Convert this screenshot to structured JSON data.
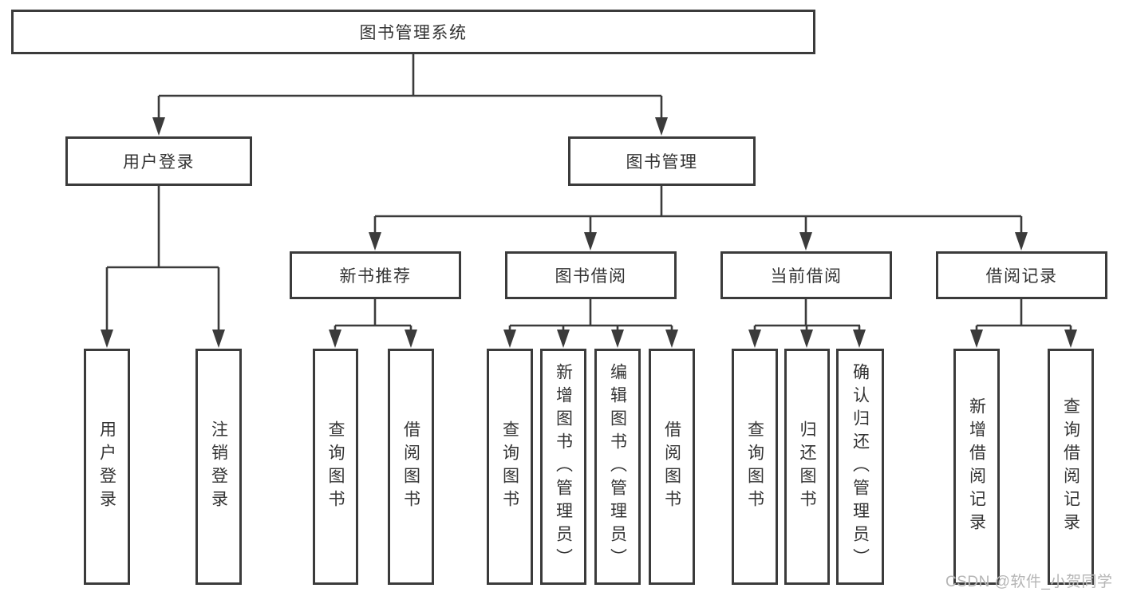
{
  "colors": {
    "line": "#3b3b3b",
    "text": "#333333",
    "background": "#ffffff",
    "watermark": "#b5b5b5"
  },
  "watermark": {
    "text": "CSDN @软件_小贺同学"
  },
  "tree": {
    "root": {
      "label": "图书管理系统",
      "children": [
        {
          "label": "用户登录",
          "children": [
            {
              "label": "用户登录"
            },
            {
              "label": "注销登录"
            }
          ]
        },
        {
          "label": "图书管理",
          "children": [
            {
              "label": "新书推荐",
              "children": [
                {
                  "label": "查询图书"
                },
                {
                  "label": "借阅图书"
                }
              ]
            },
            {
              "label": "图书借阅",
              "children": [
                {
                  "label": "查询图书"
                },
                {
                  "label": "新增图书（管理员）"
                },
                {
                  "label": "编辑图书（管理员）"
                },
                {
                  "label": "借阅图书"
                }
              ]
            },
            {
              "label": "当前借阅",
              "children": [
                {
                  "label": "查询图书"
                },
                {
                  "label": "归还图书"
                },
                {
                  "label": "确认归还（管理员）"
                }
              ]
            },
            {
              "label": "借阅记录",
              "children": [
                {
                  "label": "新增借阅记录"
                },
                {
                  "label": "查询借阅记录"
                }
              ]
            }
          ]
        }
      ]
    }
  }
}
